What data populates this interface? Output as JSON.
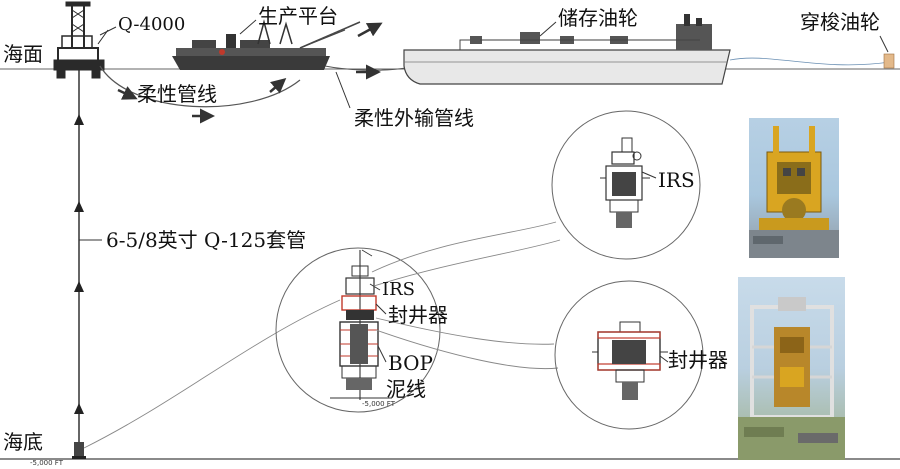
{
  "labels": {
    "sea_surface": "海面",
    "seabed": "海底",
    "rig": "Q-4000",
    "production_platform": "生产平台",
    "storage_tanker": "储存油轮",
    "shuttle_tanker": "穿梭油轮",
    "flexible_pipe": "柔性管线",
    "flexible_export_pipe": "柔性外输管线",
    "casing": "6-5/8英寸  Q-125套管",
    "irs_detail": "IRS",
    "irs_main": "IRS",
    "sealer_main": "封井器",
    "bop": "BOP",
    "mudline": "泥线",
    "sealer_detail": "封井器",
    "depth_seabed": "-5,000 FT",
    "depth_stack": "-5,000 FT"
  },
  "colors": {
    "line": "#555555",
    "arrow": "#333333",
    "rig_dark": "#2a2a2a",
    "stack_red": "#c0392b",
    "photo_yellow": "#d9a521",
    "photo_sky": "#a9c7de"
  }
}
